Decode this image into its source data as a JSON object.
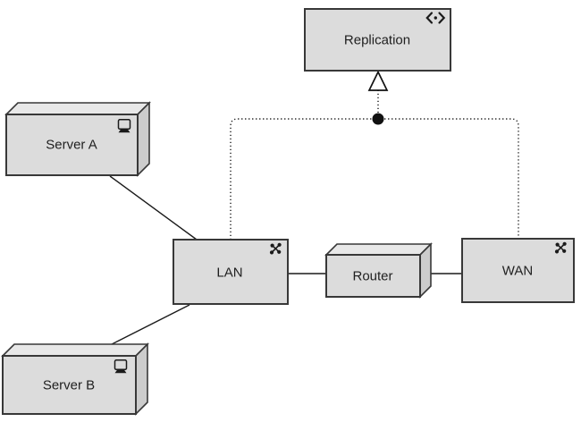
{
  "diagram": {
    "type": "uml-deployment-diagram",
    "nodes": {
      "replication": {
        "label": "Replication",
        "shape": "rectangle",
        "icon": "component-icon"
      },
      "server_a": {
        "label": "Server A",
        "shape": "cube",
        "icon": "computer-icon"
      },
      "server_b": {
        "label": "Server B",
        "shape": "cube",
        "icon": "computer-icon"
      },
      "lan": {
        "label": "LAN",
        "shape": "rectangle",
        "icon": "network-icon"
      },
      "router": {
        "label": "Router",
        "shape": "cube",
        "icon": ""
      },
      "wan": {
        "label": "WAN",
        "shape": "rectangle",
        "icon": "network-icon"
      }
    },
    "edges": [
      {
        "from": "Server A",
        "to": "LAN",
        "style": "solid"
      },
      {
        "from": "Server B",
        "to": "LAN",
        "style": "solid"
      },
      {
        "from": "LAN",
        "to": "Router",
        "style": "solid"
      },
      {
        "from": "Router",
        "to": "WAN",
        "style": "solid"
      },
      {
        "from": "LAN",
        "to": "Replication",
        "style": "dotted",
        "junction": "filled-circle",
        "arrow": "hollow-triangle"
      },
      {
        "from": "WAN",
        "to": "Replication",
        "style": "dotted",
        "junction": "filled-circle",
        "arrow": "hollow-triangle"
      }
    ],
    "colors": {
      "background": "#ffffff",
      "shape_fill": "#dcdcdc",
      "shape_fill_top": "#e8e8e8",
      "shape_fill_side": "#cccccc",
      "shape_border": "#383838",
      "connector": "#1a1a1a"
    }
  }
}
